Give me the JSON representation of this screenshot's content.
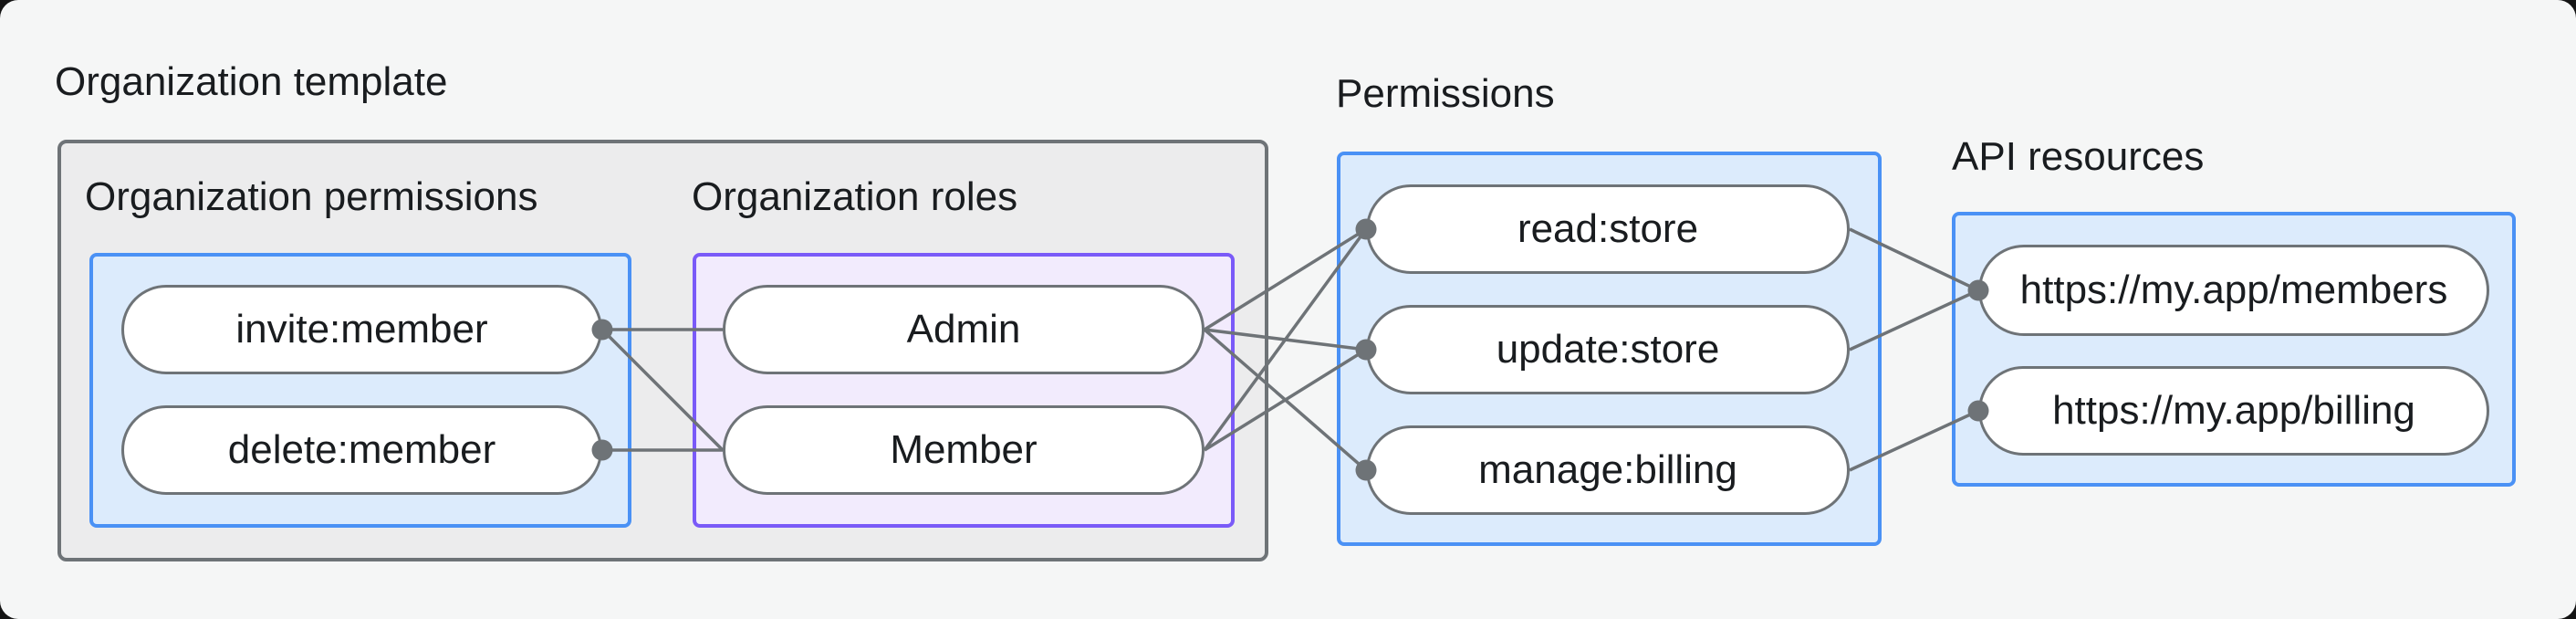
{
  "titles": {
    "organization_template": "Organization template",
    "organization_permissions": "Organization permissions",
    "organization_roles": "Organization roles",
    "permissions": "Permissions",
    "api_resources": "API resources"
  },
  "nodes": {
    "invite": {
      "label": "invite:member"
    },
    "delete": {
      "label": "delete:member"
    },
    "admin": {
      "label": "Admin"
    },
    "member": {
      "label": "Member"
    },
    "read": {
      "label": "read:store"
    },
    "update": {
      "label": "update:store"
    },
    "manage": {
      "label": "manage:billing"
    },
    "members": {
      "label": "https://my.app/members"
    },
    "billing": {
      "label": "https://my.app/billing"
    }
  },
  "edges": [
    {
      "from": "invite",
      "to": "admin"
    },
    {
      "from": "invite",
      "to": "member"
    },
    {
      "from": "delete",
      "to": "member"
    },
    {
      "from": "admin",
      "to": "read"
    },
    {
      "from": "admin",
      "to": "update"
    },
    {
      "from": "admin",
      "to": "manage"
    },
    {
      "from": "member",
      "to": "read"
    },
    {
      "from": "member",
      "to": "update"
    },
    {
      "from": "read",
      "to": "members"
    },
    {
      "from": "update",
      "to": "members"
    },
    {
      "from": "manage",
      "to": "billing"
    }
  ],
  "dots": [
    {
      "node": "invite",
      "side": "right"
    },
    {
      "node": "delete",
      "side": "right"
    },
    {
      "node": "read",
      "side": "left"
    },
    {
      "node": "update",
      "side": "left"
    },
    {
      "node": "manage",
      "side": "left"
    },
    {
      "node": "members",
      "side": "left"
    },
    {
      "node": "billing",
      "side": "left"
    }
  ],
  "colors": {
    "page_bg": "#f5f6f6",
    "outer_box_bg": "#ececed",
    "outer_box_border": "#6e7377",
    "blue_box_bg": "#dcebfc",
    "blue_box_border": "#4a91f5",
    "purple_box_bg": "#f2ebfd",
    "purple_box_border": "#7a5af8",
    "pill_bg": "#ffffff",
    "pill_border": "#6e7377",
    "connector": "#6e7377",
    "text": "#191c1f"
  }
}
